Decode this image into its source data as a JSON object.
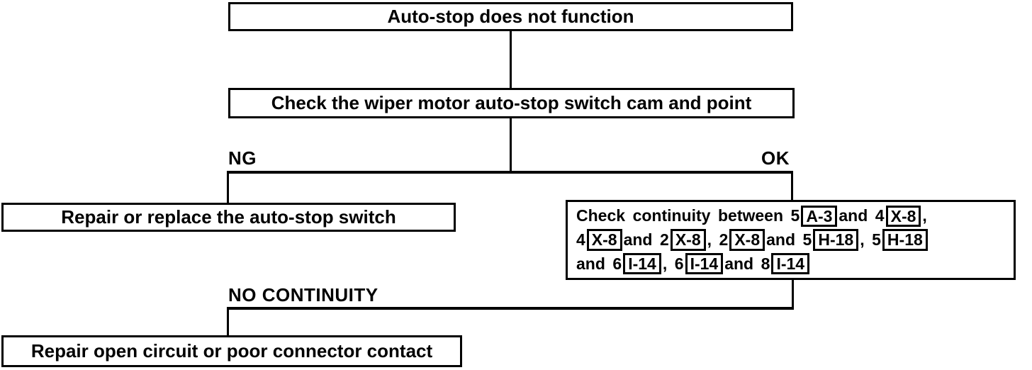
{
  "diagram": {
    "problem_box": "Auto-stop does not function",
    "check_box": "Check the wiper motor auto-stop switch cam and point",
    "ng_label": "NG",
    "ok_label": "OK",
    "repair_switch_box": "Repair or replace the auto-stop switch",
    "no_continuity_label": "NO CONTINUITY",
    "repair_circuit_box": "Repair open circuit or poor connector contact",
    "continuity_box": {
      "lines": [
        [
          {
            "type": "text",
            "value": "Check continuity between 5 "
          },
          {
            "type": "connector",
            "value": "A-3"
          },
          {
            "type": "text",
            "value": " and 4 "
          },
          {
            "type": "connector",
            "value": "X-8"
          },
          {
            "type": "text",
            "value": " ,"
          }
        ],
        [
          {
            "type": "text",
            "value": "4 "
          },
          {
            "type": "connector",
            "value": "X-8"
          },
          {
            "type": "text",
            "value": " and 2 "
          },
          {
            "type": "connector",
            "value": "X-8"
          },
          {
            "type": "text",
            "value": ", 2 "
          },
          {
            "type": "connector",
            "value": "X-8"
          },
          {
            "type": "text",
            "value": " and 5 "
          },
          {
            "type": "connector",
            "value": "H-18"
          },
          {
            "type": "text",
            "value": ",  5 "
          },
          {
            "type": "connector",
            "value": "H-18"
          }
        ],
        [
          {
            "type": "text",
            "value": "and 6 "
          },
          {
            "type": "connector",
            "value": "I-14"
          },
          {
            "type": "text",
            "value": " , 6 "
          },
          {
            "type": "connector",
            "value": "I-14"
          },
          {
            "type": "text",
            "value": " and 8 "
          },
          {
            "type": "connector",
            "value": "I-14"
          }
        ]
      ]
    },
    "colors": {
      "line": "#000000",
      "background": "#ffffff"
    }
  }
}
